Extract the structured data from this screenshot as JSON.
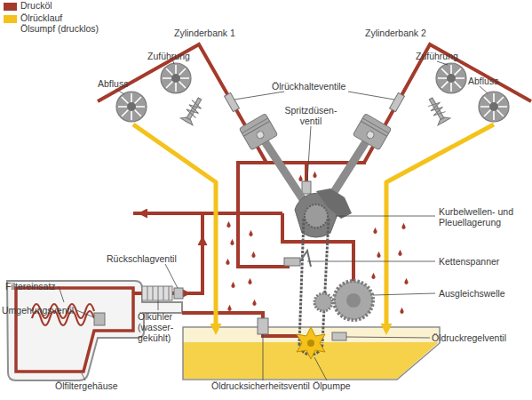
{
  "diagram": {
    "labels": [
      "Zylinderbank 1",
      "Zylinderbank 2",
      "Zuführung",
      "Zuführung",
      "Abfluss",
      "Ölrückhalteventile",
      "Abfluss",
      "Spritzdüsen- ventil",
      "Kurbelwellen- und Pleuellagerung",
      "Kettenspanner",
      "Rückschlagventil",
      "Filtereinsatz",
      "Ausgleichswelle",
      "Umgehungsventil",
      "Ölkühler (wasser- gekühlt)",
      "Öldruckregelventil",
      "Ölfiltergehäuse",
      "Öldrucksicherheitsventil",
      "Ölpumpe"
    ],
    "legend": [
      {
        "text": "Drucköl",
        "color": "#a33a2b"
      },
      {
        "text": "Ölrücklauf Ölsumpf (drucklos)",
        "color": "#f4c21b"
      }
    ]
  }
}
